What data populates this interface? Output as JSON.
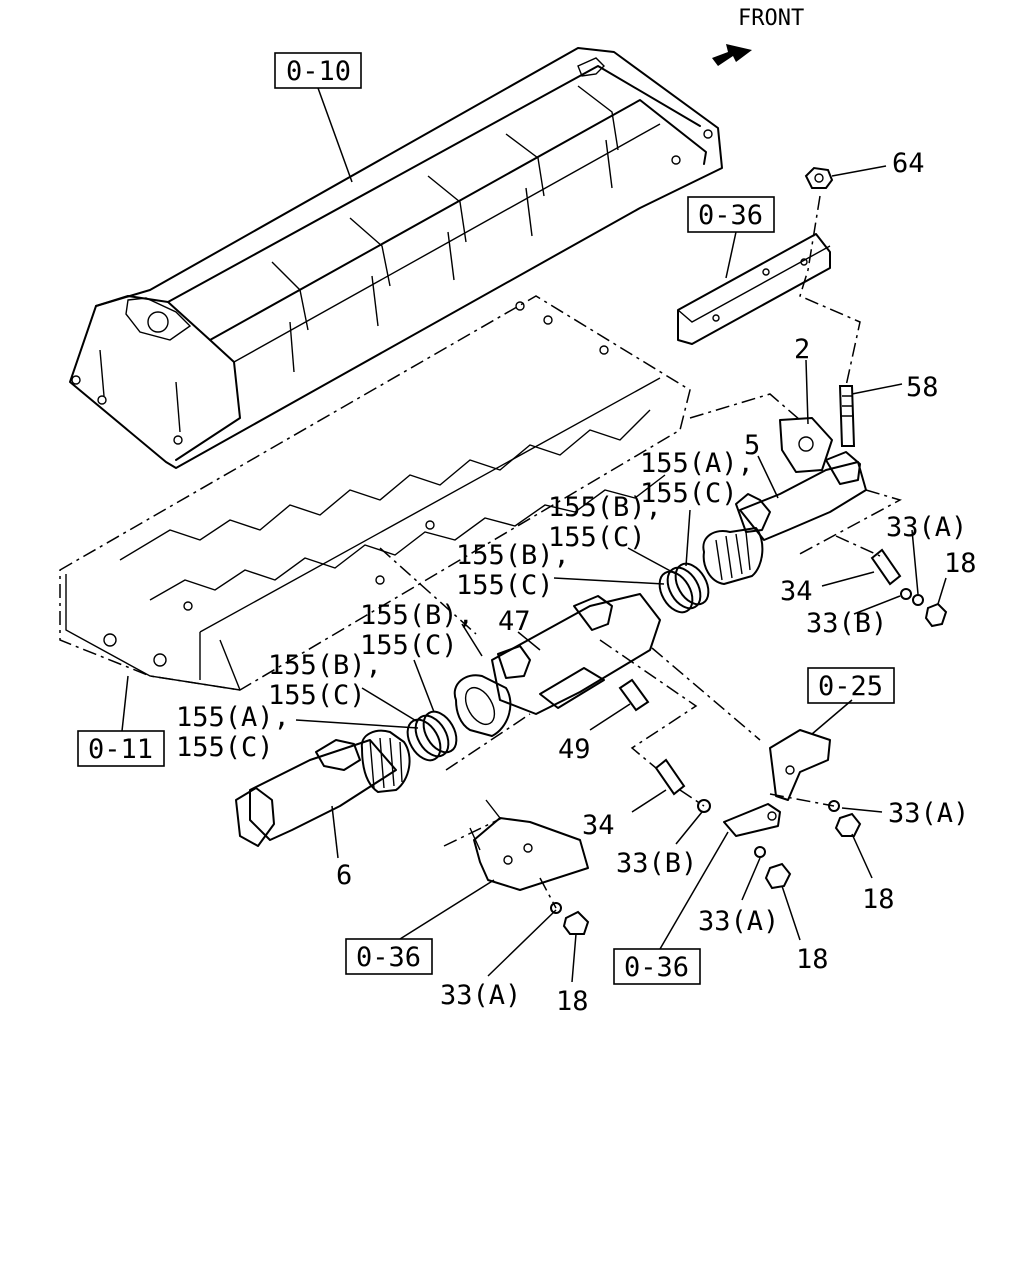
{
  "front_label": "FRONT",
  "refs": {
    "r0_10": "0-10",
    "r0_11": "0-11",
    "r0_25": "0-25",
    "r0_36_top": "0-36",
    "r0_36_left": "0-36",
    "r0_36_mid": "0-36"
  },
  "parts": {
    "p64": "64",
    "p58": "58",
    "p2": "2",
    "p5": "5",
    "p6": "6",
    "p47": "47",
    "p49": "49",
    "p34_right": "34",
    "p34_mid": "34",
    "p18_right": "18",
    "p18_mid_right": "18",
    "p18_mid": "18",
    "p18_bottom": "18",
    "p33a_right": "33(A)",
    "p33b_right": "33(B)",
    "p33a_mid_right": "33(A)",
    "p33b_mid": "33(B)",
    "p33a_mid": "33(A)",
    "p33a_bottom": "33(A)"
  },
  "seal_labels": {
    "s1_line1": "155(A),",
    "s1_line2": "155(C)",
    "s2_line1": "155(B),",
    "s2_line2": "155(C)",
    "s3_line1": "155(B),",
    "s3_line2": "155(C)",
    "s4_line1": "155(B),",
    "s4_line2": "155(C)",
    "s5_line1": "155(B),",
    "s5_line2": "155(C)",
    "s6_line1": "155(A),",
    "s6_line2": "155(C)"
  }
}
